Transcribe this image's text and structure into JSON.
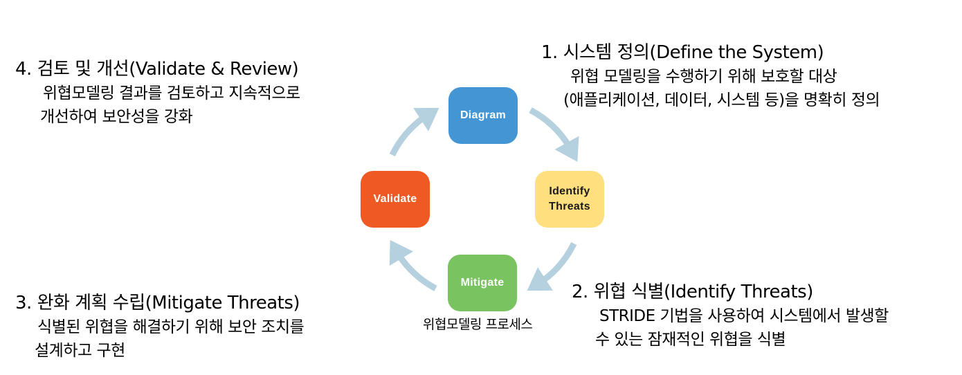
{
  "steps": [
    {
      "id": "step1",
      "heading": "1.  시스템 정의(Define the System)",
      "lines": [
        "위협 모델링을 수행하기 위해 보호할 대상",
        "(애플리케이션, 데이터, 시스템 등)을 명확히 정의"
      ]
    },
    {
      "id": "step2",
      "heading": "2. 위협 식별(Identify Threats)",
      "lines": [
        "STRIDE 기법을 사용하여 시스템에서 발생할",
        "수 있는 잠재적인 위협을 식별"
      ]
    },
    {
      "id": "step3",
      "heading": "3. 완화 계획 수립(Mitigate Threats)",
      "lines": [
        "식별된 위협을 해결하기 위해 보안 조치를",
        "설계하고 구현"
      ]
    },
    {
      "id": "step4",
      "heading": "4. 검토 및 개선(Validate & Review)",
      "lines": [
        "위협모델링 결과를 검토하고 지속적으로",
        "개선하여 보안성을 강화"
      ]
    }
  ],
  "cycle": {
    "nodes": [
      {
        "label": "Diagram",
        "color": "#4396d3",
        "text_color": "#ffffff"
      },
      {
        "label": "Identify Threats",
        "line1": "Identify",
        "line2": "Threats",
        "color": "#ffdf7e",
        "text_color": "#1a1a1a"
      },
      {
        "label": "Mitigate",
        "color": "#79c361",
        "text_color": "#ffffff"
      },
      {
        "label": "Validate",
        "color": "#ef5a24",
        "text_color": "#ffffff"
      }
    ],
    "arrow_color": "#b5d0de",
    "direction": "clockwise",
    "caption": "위협모델링 프로세스"
  }
}
